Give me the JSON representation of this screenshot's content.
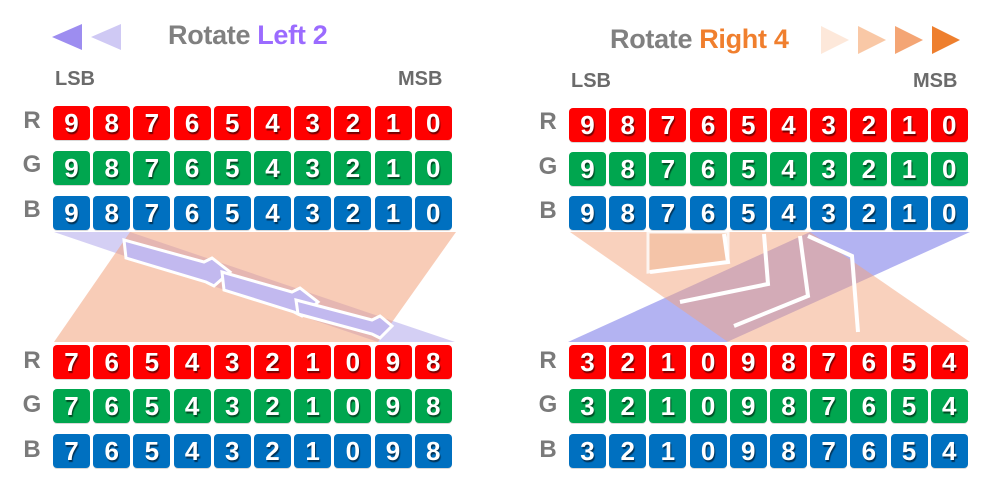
{
  "colors": {
    "red": "#ff0000",
    "green": "#00a64f",
    "blue": "#0070c0",
    "left_accent": "#9b6bff",
    "right_accent": "#f07f2e",
    "title_gray": "#808080"
  },
  "left": {
    "title_prefix": "Rotate",
    "title_direction": "Left 2",
    "lsb": "LSB",
    "msb": "MSB",
    "input": {
      "R": [
        "9",
        "8",
        "7",
        "6",
        "5",
        "4",
        "3",
        "2",
        "1",
        "0"
      ],
      "G": [
        "9",
        "8",
        "7",
        "6",
        "5",
        "4",
        "3",
        "2",
        "1",
        "0"
      ],
      "B": [
        "9",
        "8",
        "7",
        "6",
        "5",
        "4",
        "3",
        "2",
        "1",
        "0"
      ]
    },
    "output": {
      "R": [
        "7",
        "6",
        "5",
        "4",
        "3",
        "2",
        "1",
        "0",
        "9",
        "8"
      ],
      "G": [
        "7",
        "6",
        "5",
        "4",
        "3",
        "2",
        "1",
        "0",
        "9",
        "8"
      ],
      "B": [
        "7",
        "6",
        "5",
        "4",
        "3",
        "2",
        "1",
        "0",
        "9",
        "8"
      ]
    }
  },
  "right": {
    "title_prefix": "Rotate",
    "title_direction": "Right 4",
    "lsb": "LSB",
    "msb": "MSB",
    "input": {
      "R": [
        "9",
        "8",
        "7",
        "6",
        "5",
        "4",
        "3",
        "2",
        "1",
        "0"
      ],
      "G": [
        "9",
        "8",
        "7",
        "6",
        "5",
        "4",
        "3",
        "2",
        "1",
        "0"
      ],
      "B": [
        "9",
        "8",
        "7",
        "6",
        "5",
        "4",
        "3",
        "2",
        "1",
        "0"
      ]
    },
    "output": {
      "R": [
        "3",
        "2",
        "1",
        "0",
        "9",
        "8",
        "7",
        "6",
        "5",
        "4"
      ],
      "G": [
        "3",
        "2",
        "1",
        "0",
        "9",
        "8",
        "7",
        "6",
        "5",
        "4"
      ],
      "B": [
        "3",
        "2",
        "1",
        "0",
        "9",
        "8",
        "7",
        "6",
        "5",
        "4"
      ]
    }
  },
  "row_labels": {
    "R": "R",
    "G": "G",
    "B": "B"
  }
}
